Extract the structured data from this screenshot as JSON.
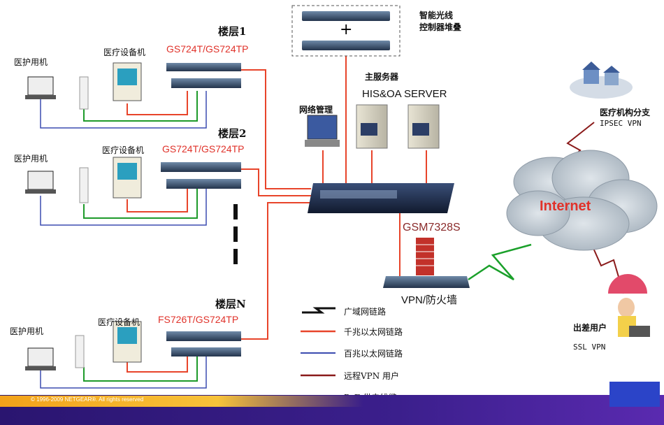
{
  "labels": {
    "controller": "智能光线\n控制器堆叠",
    "controller_plus": "+",
    "main_server": "主服务器",
    "server_names": "HIS&OA  SERVER",
    "net_mgmt": "网络管理",
    "branch": "医疗机构分支",
    "ipsec": "IPSEC VPN",
    "internet": "Internet",
    "core_switch": "GSM7328S",
    "firewall": "VPN/防火墙",
    "remote_user": "出差用户",
    "ssl": "SSL VPN"
  },
  "floors": [
    {
      "name": "楼层1",
      "model": "GS724T/GS724TP",
      "pc": "医护用机",
      "medical": "医疗设备机"
    },
    {
      "name": "楼层2",
      "model": "GS724T/GS724TP",
      "pc": "医护用机",
      "medical": "医疗设备机"
    },
    {
      "name": "楼层N",
      "model": "FS726T/GS724TP",
      "pc": "医护用机",
      "medical": "医疗设备机"
    }
  ],
  "legend": [
    {
      "label": "广域网链路",
      "color": "#111111",
      "kind": "zigzag"
    },
    {
      "label": "千兆以太网链路",
      "color": "#e8442a",
      "kind": "line"
    },
    {
      "label": "百兆以太网链路",
      "color": "#3b4bb0",
      "kind": "line"
    },
    {
      "label": "远程VPN 用户",
      "color": "#8a1a1a",
      "kind": "line"
    },
    {
      "label": "PoE 供电线缆",
      "color": "#1e9a2a",
      "kind": "line"
    }
  ],
  "footer": {
    "copyright": "© 1996-2009 NETGEAR®. All rights reserved"
  },
  "colors": {
    "gigabit": "#e8442a",
    "fast": "#3b4bb0",
    "wan": "#1aa02a",
    "vpn": "#8a1a1a",
    "poe": "#1e9a2a"
  }
}
